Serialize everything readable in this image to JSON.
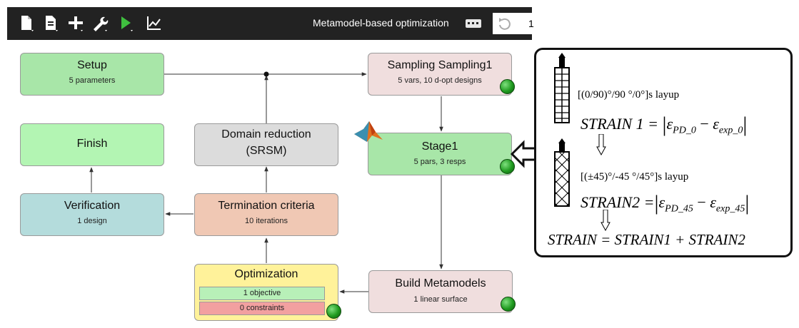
{
  "toolbar": {
    "title": "Metamodel-based optimization",
    "field_value": "1",
    "icons": [
      "new-file-icon",
      "document-icon",
      "add-icon",
      "wrench-icon",
      "run-icon",
      "chart-icon"
    ]
  },
  "nodes": {
    "setup": {
      "title": "Setup",
      "sub": "5 parameters"
    },
    "sampling": {
      "title": "Sampling Sampling1",
      "sub": "5 vars, 10 d-opt designs"
    },
    "finish": {
      "title": "Finish"
    },
    "domain": {
      "title": "Domain reduction",
      "line2": "(SRSM)"
    },
    "stage": {
      "title": "Stage1",
      "sub": "5 pars, 3 resps"
    },
    "verification": {
      "title": "Verification",
      "sub": "1 design"
    },
    "termination": {
      "title": "Termination criteria",
      "sub": "10 iterations"
    },
    "optimization": {
      "title": "Optimization",
      "objective": "1 objective",
      "constraints": "0 constraints"
    },
    "build": {
      "title": "Build Metamodels",
      "sub": "1 linear surface"
    }
  },
  "panel": {
    "layup1": "[(0/90)°/90 °/0°]s layup",
    "eq1_lhs": "STRAIN 1 = ",
    "eq1_a": "ε",
    "eq1_a_sub": "PD_0",
    "eq1_b": "ε",
    "eq1_b_sub": "exp_0",
    "layup2": "[(±45)°/-45 °/45°]s layup",
    "eq2_lhs": "STRAIN2 =",
    "eq2_a": "ε",
    "eq2_a_sub": "PD_45",
    "eq2_b": "ε",
    "eq2_b_sub": "exp_45",
    "eq3": "STRAIN  = STRAIN1 + STRAIN2"
  },
  "colors": {
    "toolbar_bg": "#222222",
    "green_node": "#a8e6a8",
    "finish_node": "#b3f5b3",
    "pink_node": "#f0dede",
    "gray_node": "#dcdcdc",
    "teal_node": "#b4dcdc",
    "orange_node": "#f0c8b4",
    "yellow_node": "#fff29a",
    "status_dot": "#1f9a1f"
  }
}
